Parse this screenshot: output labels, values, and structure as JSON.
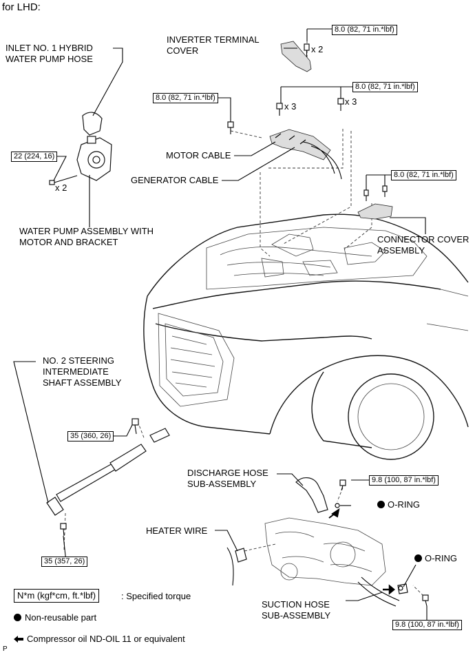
{
  "header": {
    "text": "for LHD:"
  },
  "footer": {
    "page_marker": "P"
  },
  "labels": {
    "inlet_hose": [
      "INLET NO. 1 HYBRID",
      "WATER PUMP HOSE"
    ],
    "inverter_cover": [
      "INVERTER TERMINAL",
      "COVER"
    ],
    "motor_cable": "MOTOR CABLE",
    "generator_cable": "GENERATOR CABLE",
    "water_pump": [
      "WATER PUMP ASSEMBLY WITH",
      "MOTOR AND BRACKET"
    ],
    "connector_cover": [
      "CONNECTOR COVER",
      "ASSEMBLY"
    ],
    "steering_shaft": [
      "NO. 2 STEERING",
      "INTERMEDIATE",
      "SHAFT ASSEMBLY"
    ],
    "discharge_hose": [
      "DISCHARGE HOSE",
      "SUB-ASSEMBLY"
    ],
    "heater_wire": "HEATER WIRE",
    "suction_hose": [
      "SUCTION HOSE",
      "SUB-ASSEMBLY"
    ],
    "o_ring_1": "O-RING",
    "o_ring_2": "O-RING"
  },
  "torques": {
    "inverter_cover": "8.0 (82, 71 in.*lbf)",
    "motor_cable_right": "8.0 (82, 71 in.*lbf)",
    "motor_cable_left": "8.0 (82, 71 in.*lbf)",
    "connector_cover": "8.0 (82, 71 in.*lbf)",
    "water_pump": "22 (224, 16)",
    "steering_upper": "35 (360, 26)",
    "steering_lower": "35 (357, 26)",
    "discharge_hose": "9.8 (100, 87 in.*lbf)",
    "suction_hose": "9.8 (100, 87 in.*lbf)"
  },
  "quantities": {
    "inverter_cover": "x 2",
    "motor_cable_a": "x 3",
    "motor_cable_b": "x 3",
    "water_pump": "x 2"
  },
  "legend": {
    "torque_box": "N*m (kgf*cm, ft.*lbf)",
    "torque_text": ": Specified torque",
    "nonreusable_text": "Non-reusable part",
    "oil_text": "Compressor oil ND-OIL 11 or equivalent"
  }
}
